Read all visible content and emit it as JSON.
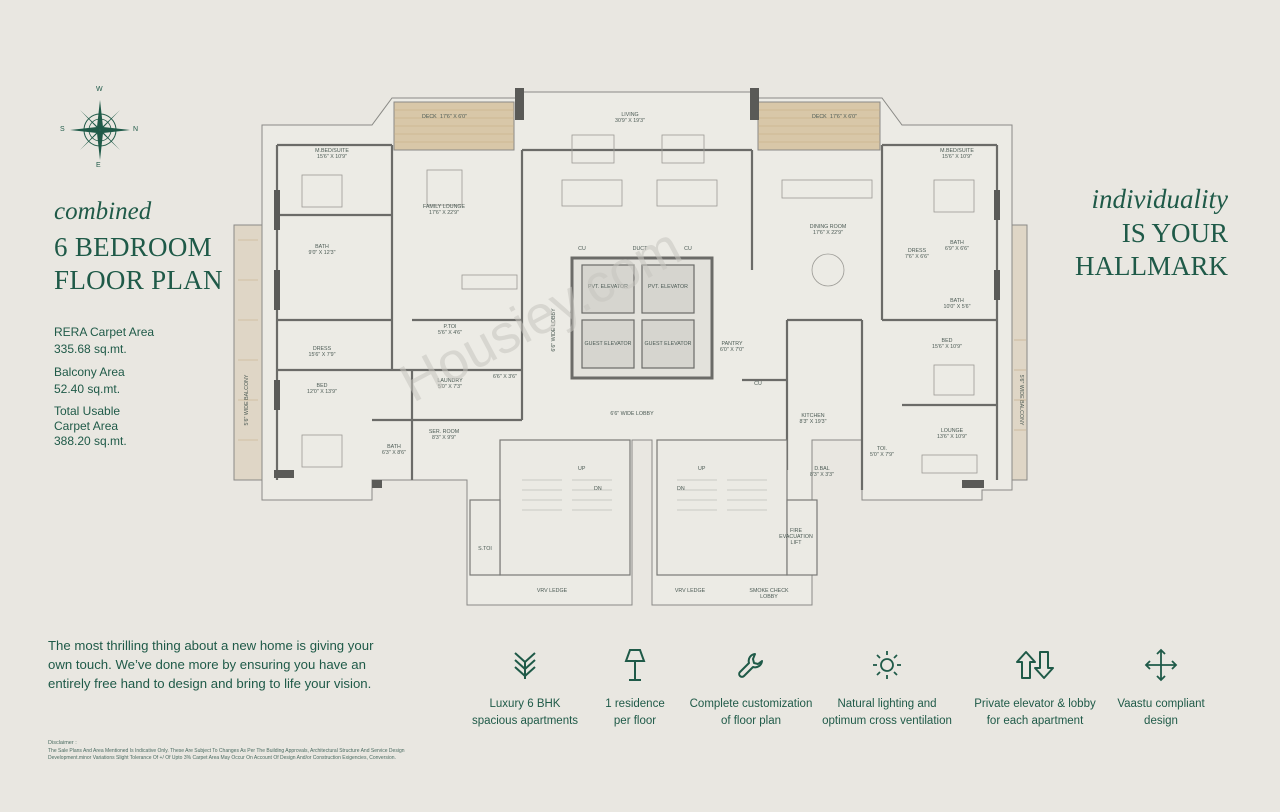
{
  "compass": {
    "n": "N",
    "s": "S",
    "e": "E",
    "w": "W"
  },
  "left": {
    "title_italic": "combined",
    "title_line1": "6 BEDROOM",
    "title_line2": "FLOOR PLAN",
    "rera_label": "RERA Carpet Area",
    "rera_value": "335.68 sq.mt.",
    "balcony_label": "Balcony Area",
    "balcony_value": "52.40 sq.mt.",
    "usable_label1": "Total Usable",
    "usable_label2": "Carpet Area",
    "usable_value": "388.20 sq.mt."
  },
  "right": {
    "tag_italic": "individuality",
    "tag_line1": "IS YOUR",
    "tag_line2": "HALLMARK"
  },
  "intro_text": "The most thrilling thing about a new home is giving your own touch. We’ve done more by ensuring you have an entirely free hand to design and bring to life your vision.",
  "disclaimer": {
    "title": "Disclaimer :",
    "text": "The Sale Plans And Area Mentioned Is Indicative Only. These Are Subject To Changes As Per The Building Approvals, Architectural Structure And Service Design Development.minor Variations Slight Tolerance Of +/ Of Upto 3% Carpet Area May Occur On Account Of Design And/or Construction Exigencies, Conversion."
  },
  "watermark": "Housiey.com",
  "features": [
    {
      "icon": "grain-icon",
      "line1": "Luxury 6 BHK",
      "line2": "spacious apartments"
    },
    {
      "icon": "lamp-icon",
      "line1": "1 residence",
      "line2": "per floor"
    },
    {
      "icon": "wrench-icon",
      "line1": "Complete customization",
      "line2": "of floor plan"
    },
    {
      "icon": "sun-icon",
      "line1": "Natural lighting and",
      "line2": "optimum cross ventilation"
    },
    {
      "icon": "arrows-up-down-icon",
      "line1": "Private elevator & lobby",
      "line2": "for each apartment"
    },
    {
      "icon": "move-arrows-icon",
      "line1": "Vaastu compliant",
      "line2": "design"
    }
  ],
  "colors": {
    "accent": "#1f5a48",
    "background": "#e9e7e1",
    "wall": "#6b6b68",
    "deck": "#c9b394"
  },
  "plan": {
    "living": "LIVING",
    "living_dim": "30'9\" X 19'3\"",
    "deck": "DECK",
    "deck_dim": "17'6\" X 6'0\"",
    "mbed": "M.BED/SUITE",
    "mbed_dim": "15'6\" X 10'9\"",
    "family": "FAMILY LOUNGE",
    "family_dim": "17'6\" X 22'9\"",
    "dining": "DINING ROOM",
    "dining_dim": "17'6\" X 22'9\"",
    "bath_l": "BATH",
    "bath_l_dim": "9'0\" X 12'3\"",
    "bath_r": "BATH",
    "bath_r_dim": "6'9\" X 6'6\"",
    "bath_r2": "BATH",
    "bath_r2_dim": "10'0\" X 5'6\"",
    "dress_l": "DRESS",
    "dress_l_dim": "15'6\" X 7'9\"",
    "dress_r": "DRESS",
    "dress_r_dim": "7'6\" X 6'6\"",
    "bed_l": "BED",
    "bed_l_dim": "12'0\" X 13'9\"",
    "bed_r": "BED",
    "bed_r_dim": "15'6\" X 10'9\"",
    "ptoi": "P.TOI",
    "ptoi_dim": "5'6\" X 4'6\"",
    "laundry": "LAUNDRY",
    "laundry_dim": "5'0\" X 7'3\"",
    "small_dim": "6'6\" X 3'6\"",
    "servroom": "SER. ROOM",
    "servroom_dim": "8'3\" X 9'9\"",
    "bath_b": "BATH",
    "bath_b_dim": "6'3\" X 8'6\"",
    "pvt_elev1": "PVT. ELEVATOR",
    "pvt_elev2": "PVT. ELEVATOR",
    "guest_elev1": "GUEST ELEVATOR",
    "guest_elev2": "GUEST ELEVATOR",
    "wide_lobby": "6'6\" WIDE LOBBY",
    "wide_lobby2": "6'6\" WIDE LOBBY",
    "pantry": "PANTRY",
    "pantry_dim": "6'0\" X 7'0\"",
    "kitchen": "KITCHEN",
    "kitchen_dim": "8'3\" X 19'3\"",
    "dbal": "D.BAL",
    "dbal_dim": "8'3\" X 3'3\"",
    "toi": "TOI.",
    "toi_dim": "5'0\" X 7'9\"",
    "lounge": "LOUNGE",
    "lounge_dim": "13'6\" X 10'9\"",
    "cu": "CU",
    "duct": "DUCT",
    "up": "UP",
    "dn": "DN",
    "stoi": "S.TOI",
    "vrv": "VRV LEDGE",
    "fire_lift1": "FIRE",
    "fire_lift2": "EVACUATION",
    "fire_lift3": "LIFT",
    "smoke1": "SMOKE CHECK",
    "smoke2": "LOBBY",
    "balcony_l": "5'6\" WIDE BALCONY",
    "balcony_r": "5'6\" WIDE BALCONY"
  }
}
